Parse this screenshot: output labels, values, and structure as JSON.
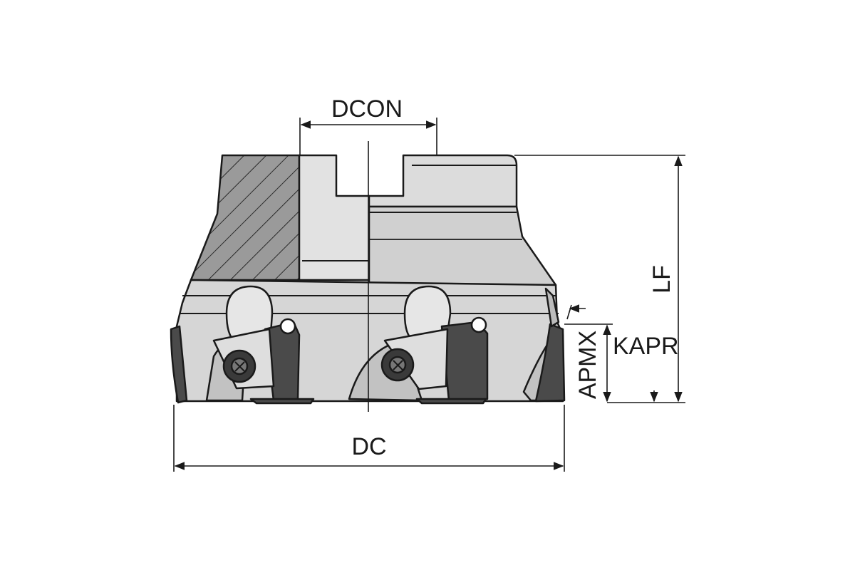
{
  "labels": {
    "dcon": "DCON",
    "dc": "DC",
    "lf": "LF",
    "apmx": "APMX",
    "kapr": "KAPR"
  },
  "colors": {
    "line": "#1a1a1a",
    "body_light": "#d9d9d9",
    "body_mid": "#c4c4c4",
    "section_fill": "#9a9a9a",
    "insert_dark": "#4a4a4a"
  }
}
